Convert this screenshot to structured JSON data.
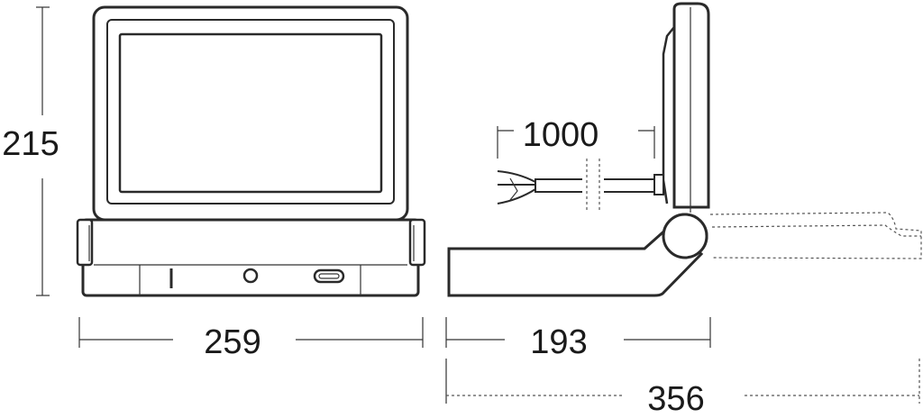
{
  "dimensions": {
    "height_label": "215",
    "front_width_label": "259",
    "cable_length_label": "1000",
    "side_depth_label": "193",
    "tilted_depth_label": "356"
  },
  "colors": {
    "line": "#2a2a2a",
    "text": "#1a1a1a",
    "background": "#ffffff",
    "dashed": "#555555"
  }
}
